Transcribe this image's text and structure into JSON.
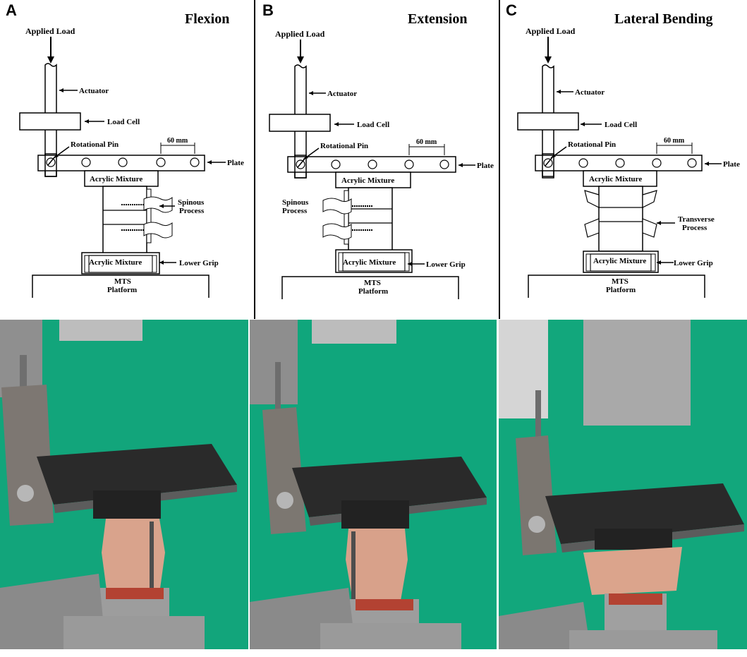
{
  "panels": [
    {
      "letter": "A",
      "title": "Flexion",
      "labels": {
        "applied_load": "Applied Load",
        "actuator": "Actuator",
        "load_cell": "Load Cell",
        "rotational_pin": "Rotational Pin",
        "dimension": "60 mm",
        "plate": "Plate",
        "acrylic_top": "Acrylic Mixture",
        "process_1": "Spinous",
        "process_2": "Process",
        "acrylic_bottom": "Acrylic Mixture",
        "lower_grip": "Lower Grip",
        "platform_1": "MTS",
        "platform_2": "Platform"
      }
    },
    {
      "letter": "B",
      "title": "Extension",
      "labels": {
        "applied_load": "Applied Load",
        "actuator": "Actuator",
        "load_cell": "Load Cell",
        "rotational_pin": "Rotational Pin",
        "dimension": "60 mm",
        "plate": "Plate",
        "acrylic_top": "Acrylic Mixture",
        "process_1": "Spinous",
        "process_2": "Process",
        "acrylic_bottom": "Acrylic Mixture",
        "lower_grip": "Lower Grip",
        "platform_1": "MTS",
        "platform_2": "Platform"
      }
    },
    {
      "letter": "C",
      "title": "Lateral  Bending",
      "labels": {
        "applied_load": "Applied Load",
        "actuator": "Actuator",
        "load_cell": "Load Cell",
        "rotational_pin": "Rotational Pin",
        "dimension": "60 mm",
        "plate": "Plate",
        "acrylic_top": "Acrylic Mixture",
        "process_1": "Transverse",
        "process_2": "Process",
        "acrylic_bottom": "Acrylic Mixture",
        "lower_grip": "Lower Grip",
        "platform_1": "MTS",
        "platform_2": "Platform"
      }
    }
  ],
  "colors": {
    "line": "#000000",
    "green_backdrop": "#11a77c",
    "steel": "#9a9a9a",
    "plate": "#2b2b2b",
    "specimen": "#d9a38c",
    "cup": "#c0392b"
  }
}
